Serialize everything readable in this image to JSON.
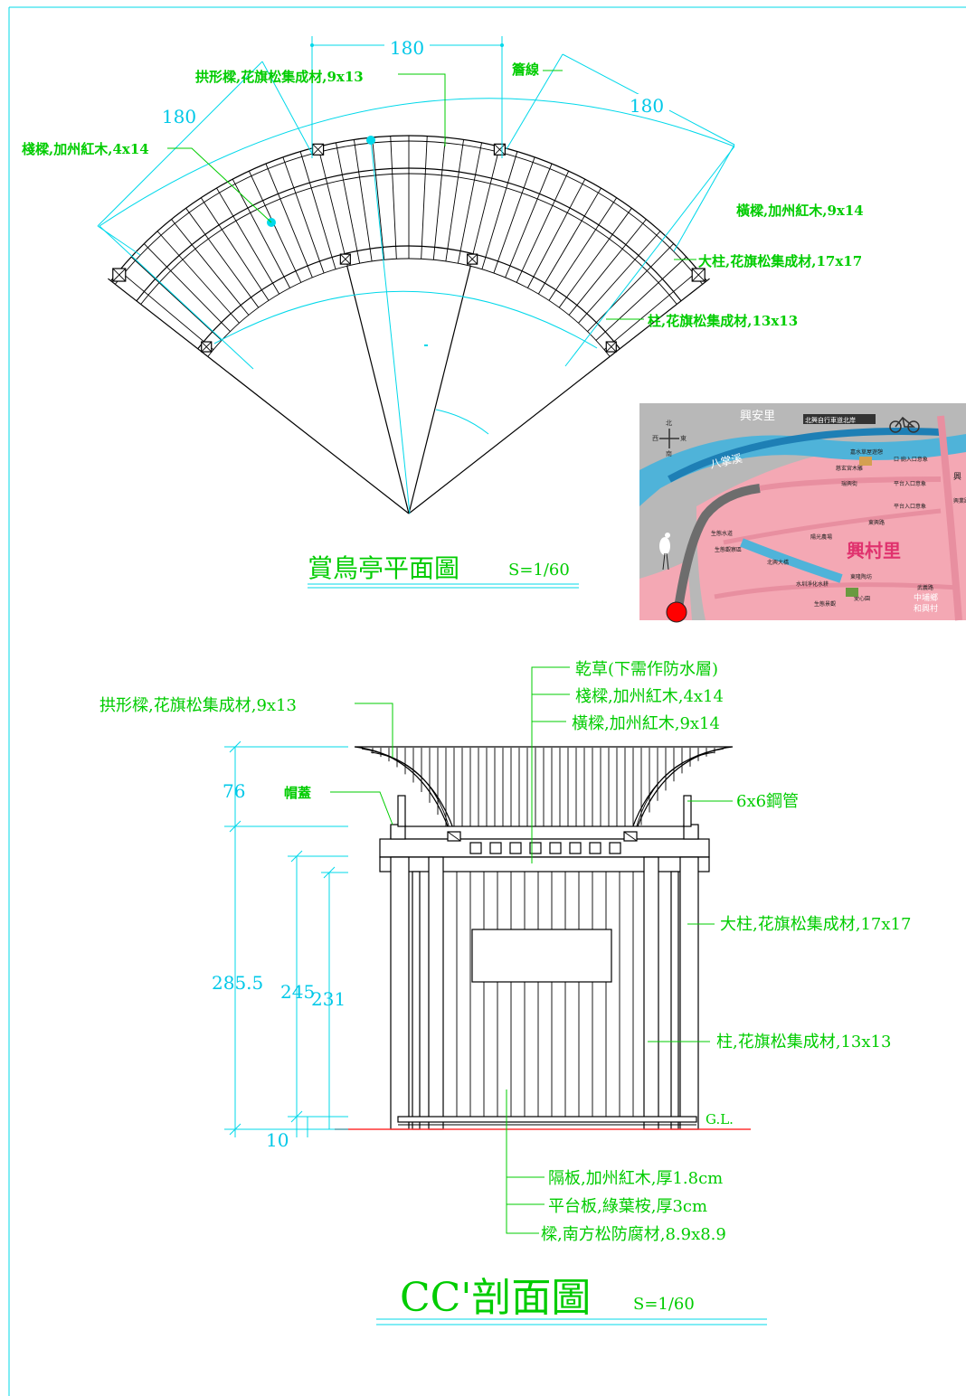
{
  "colors": {
    "label": "#00cc00",
    "dimension": "#00d8ea",
    "ground_line": "#ff3333",
    "river": "#4fb3d9",
    "land": "#f4a8b4",
    "map_bg": "#b8b8b8",
    "marker": "#ff0000"
  },
  "plan": {
    "dim_top": "180",
    "dim_left": "180",
    "dim_right": "180",
    "arch_beam": "拱形樑,花旗松集成材,9x13",
    "eave_line": "簷線",
    "purlin": "棧樑,加州紅木,4x14",
    "cross_beam": "橫樑,加州紅木,9x14",
    "main_column": "大柱,花旗松集成材,17x17",
    "column": "柱,花旗松集成材,13x13",
    "title": "賞鳥亭平面圖",
    "scale": "S=1/60"
  },
  "section": {
    "thatch": "乾草(下需作防水層)",
    "purlin": "棧樑,加州紅木,4x14",
    "cross_beam": "橫樑,加州紅木,9x14",
    "arch_beam": "拱形樑,花旗松集成材,9x13",
    "cap": "帽蓋",
    "steel_pipe": "6x6鋼管",
    "main_column": "大柱,花旗松集成材,17x17",
    "column": "柱,花旗松集成材,13x13",
    "ground_line": "G.L.",
    "partition": "隔板,加州紅木,厚1.8cm",
    "deck": "平台板,綠葉桉,厚3cm",
    "joist": "樑,南方松防腐材,8.9x8.9",
    "dim_76": "76",
    "dim_285": "285.5",
    "dim_245": "245",
    "dim_231": "231",
    "dim_10": "10",
    "title": "CC'剖面圖",
    "scale": "S=1/60"
  },
  "map": {
    "village_north": "興安里",
    "river": "八掌溪",
    "village_main": "興村里",
    "village_south": "中埔鄉",
    "village_south2": "和興村",
    "compass_n": "北",
    "compass_e": "東",
    "compass_w": "西",
    "compass_s": "南",
    "road_top": "北興自行車道北岸",
    "poi_1": "嘉水草屋遊憩",
    "poi_2": "慈玄宮木雕",
    "poi_3": "瑞興街",
    "poi_4": "東興路",
    "poi_5": "陽光農場",
    "poi_6": "北興大橋",
    "poi_7": "東隆陶坊",
    "poi_8": "愛心園",
    "poi_9": "武義路",
    "poi_10": "生態水道",
    "poi_11": "生態觀察區",
    "legend_1": "口 廁入口意象",
    "legend_2": "平台入口意象",
    "legend_3": "平台入口意象",
    "side_road": "興",
    "side_road2": "興業路",
    "path_1": "水圳淨化水耕",
    "path_2": "生態景觀"
  }
}
